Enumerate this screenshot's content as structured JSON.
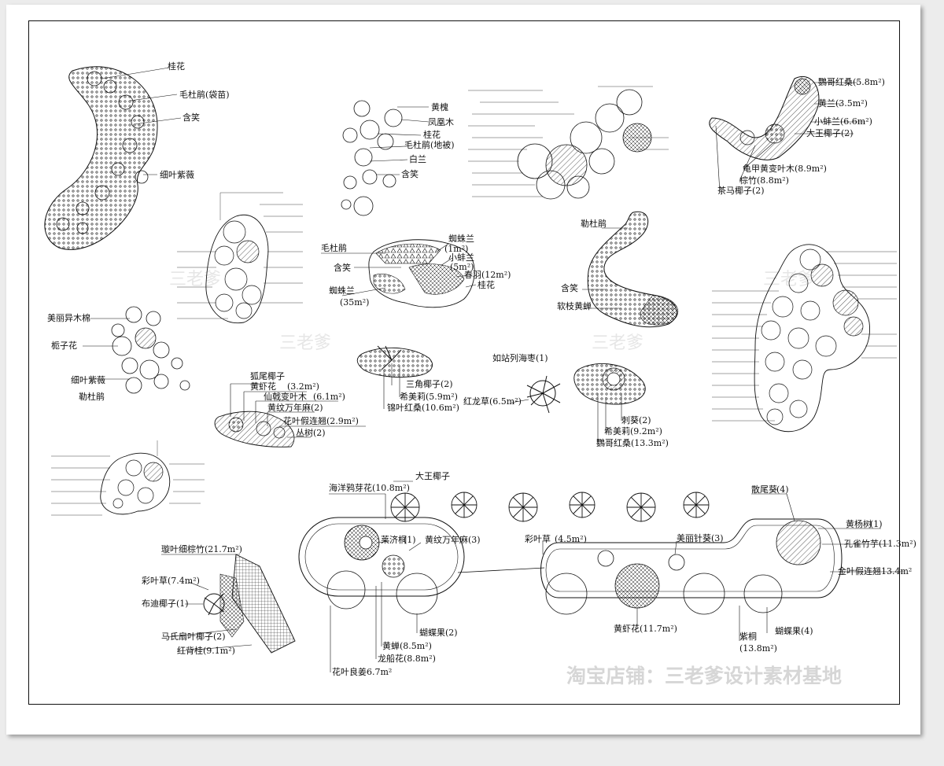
{
  "watermark": {
    "text": "淘宝店铺：三老爹设计素材基地",
    "faint": "三老爹"
  },
  "labels": {
    "guihua_1": "桂花",
    "maodujuan_daimiao": "毛杜鹃(袋苗)",
    "hanxiao_1": "含笑",
    "xiye_ziwei_1": "细叶紫薇",
    "huanghuai": "黄槐",
    "fenghuangmu": "凤凰木",
    "guihua_2": "桂花",
    "maodujuan_dibei": "毛杜鹃(地被)",
    "bailan": "白兰",
    "hanxiao_2": "含笑",
    "yingzi_hongsang_1": "鸚哥红桑(5.8m²)",
    "huanglan": "黄兰(3.5m²)",
    "xiao_bangelan": "小蚌兰(6.6m²)",
    "dawang_yezi_1": "大王椰子(2)",
    "guijia_huangbian": "龟甲黄变叶木(8.9m²)",
    "zongzhu": "棕竹(8.8m²)",
    "chama_yezi": "茶马椰子(2)",
    "maodujuan_2": "毛杜鹃",
    "zhizhulan_1": "蜘蛛兰",
    "zhizhulan_1_area": "(1m²)",
    "xiao_bangelan_2": "小蚌兰",
    "xiao_bangelan_2_area": "(5m²)",
    "chunyu": "春羽(12m²)",
    "hanxiao_3": "含笑",
    "guihua_3": "桂花",
    "zhizhulan_2": "蜘蛛兰",
    "zhizhulan_2_area": "(35m²)",
    "jiedujuan": "勒杜鹃",
    "hanxiao_4": "含笑",
    "ruanzhi_huangchan": "软枝黄蝉",
    "meili_yimumian": "美丽异木棉",
    "zhizihua": "栀子花",
    "xiye_ziwei_2": "细叶紫薇",
    "jiedujuan_2": "勒杜鹃",
    "huwei_yezi": "狐尾椰子",
    "huangxiahua": "黄虾花",
    "huangxiahua_area": "(3.2m²)",
    "xianlu_bianyemu": "仙戟变叶木",
    "xianlu_bianyemu_area": "(6.1m²)",
    "huangwen_wannianma": "黄纹万年麻(2)",
    "huaye_jialianqiao": "花叶假连翘(2.9m²)",
    "conshu": "丛树(2)",
    "sanjiao_yezi": "三角椰子(2)",
    "ximeili": "希美莉(5.9m²)",
    "jinye_hongsang": "锦叶红桑(10.6m²)",
    "ruzhanlie_haizao": "如站列海枣(1)",
    "honglongcao": "红龙草(6.5m²)",
    "cikui": "刺葵(2)",
    "ximeili_2": "希美莉(9.2m²)",
    "yingzi_hongsang_2": "鸚哥红桑(13.3m²)",
    "xuanye_xizongzhu": "璇叶细棕竹(21.7m²)",
    "caiyecao_1": "彩叶草(7.4m²)",
    "budi_yezi": "布迪椰子(1)",
    "mashi_shanye": "马氏扇叶椰子(2)",
    "hongbeigui": "红背桂(9.1m²)",
    "haiyang_yaqiao": "海洋鸦芽花(10.8m²)",
    "dawang_yezi_2": "大王椰子",
    "laijitong": "莱济桐",
    "laijitong_count": "(1)",
    "huangwen_wannianma_2": "黄纹万年麻(3)",
    "caiyecao_2": "彩叶草",
    "caiyecao_2_area": "(4.5m²)",
    "meili_zhenkui": "美丽针葵(3)",
    "sanweikui": "散尾葵",
    "sanweikui_count": "(4)",
    "huangyangshu": "黄杨树",
    "huangyangshu_count": "(1)",
    "kongque_zhusun": "孔雀竹芋(11.3m²)",
    "jinye_jialianqiao": "金叶假连翘13.4m²",
    "huangchan": "黄蝉(8.5m²)",
    "longchuanhua": "龙船花(8.8m²)",
    "huaye_shenjiang": "花叶良姜6.7m²",
    "hudieguo_1": "蝴蝶果(2)",
    "huangxiahua_2": "黄虾花(11.7m²)",
    "zitong": "紫桐",
    "zitong_area": "(13.8m²)",
    "hudieguo_2": "蝴蝶果(4)"
  },
  "colors": {
    "ink": "#111111",
    "paper": "#ffffff",
    "background": "#ececec",
    "watermark": "#d6d6d6"
  }
}
